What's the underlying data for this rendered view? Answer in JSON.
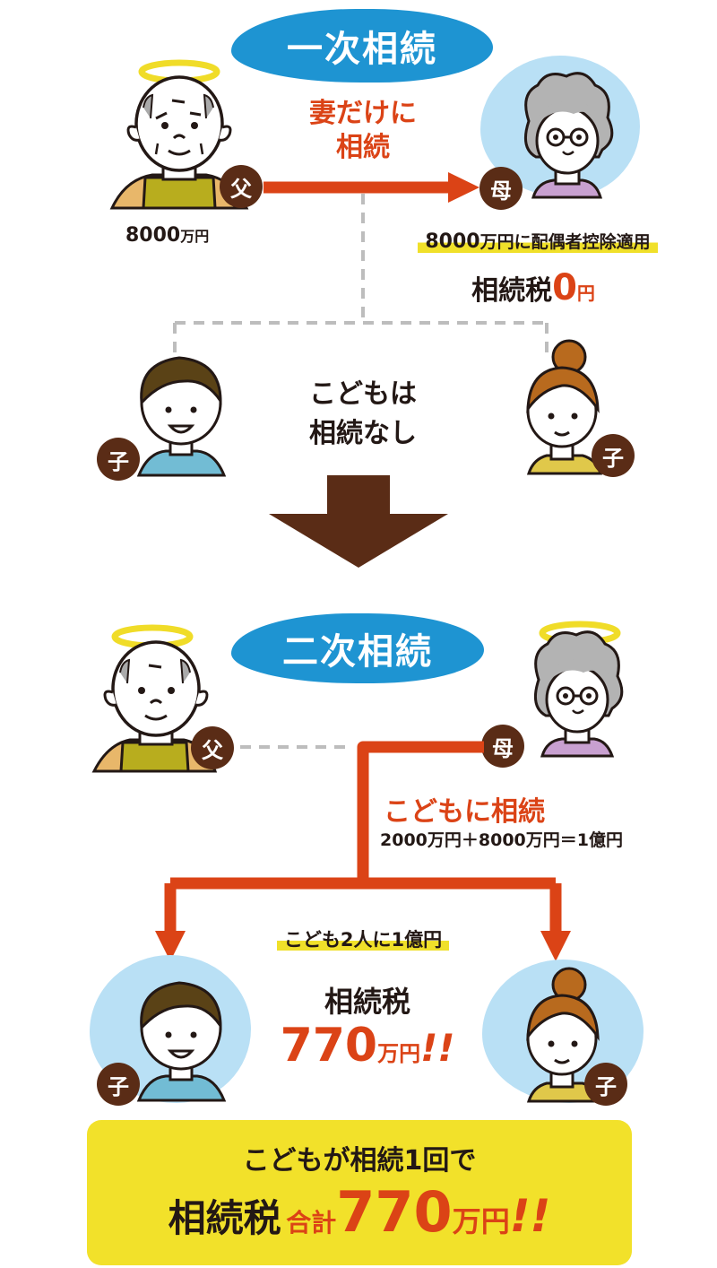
{
  "colors": {
    "title_blue": "#1e94d2",
    "accent_orange": "#db4316",
    "badge_brown": "#5a2c16",
    "highlight_yellow": "#f0e02a",
    "summary_yellow": "#f2e12a",
    "bg_light_blue": "#b9e0f5",
    "dashed_gray": "#bdbdbd",
    "halo_yellow": "#f0dc28"
  },
  "first": {
    "title": "一次相続",
    "arrow_label_line1": "妻だけに",
    "arrow_label_line2": "相続",
    "father_badge": "父",
    "mother_badge": "母",
    "father_assets_number": "8000",
    "father_assets_unit": "万円",
    "deduction_number": "8000",
    "deduction_text": "万円に配偶者控除適用",
    "tax_label": "相続税",
    "tax_value": "0",
    "tax_unit": "円",
    "children_note_line1": "こどもは",
    "children_note_line2": "相続なし",
    "child_badge_left": "子",
    "child_badge_right": "子"
  },
  "second": {
    "title": "二次相続",
    "father_badge": "父",
    "mother_badge": "母",
    "inherit_label": "こどもに相続",
    "sum_formula": "2000万円＋8000万円＝1億円",
    "split_label": "こども2人に1億円",
    "tax_label": "相続税",
    "tax_value": "770",
    "tax_unit": "万円",
    "tax_exclaim": "!!",
    "child_badge_left": "子",
    "child_badge_right": "子"
  },
  "summary": {
    "line1": "こどもが相続1回で",
    "tax_label": "相続税",
    "total_label": "合計",
    "total_value": "770",
    "total_unit": "万円",
    "exclaim": "!!"
  },
  "icons": {
    "father": "elderly-man-with-halo",
    "mother": "elderly-woman",
    "mother_deceased": "elderly-woman-with-halo",
    "son": "boy",
    "daughter": "girl",
    "down_arrow": "big-down-arrow"
  }
}
